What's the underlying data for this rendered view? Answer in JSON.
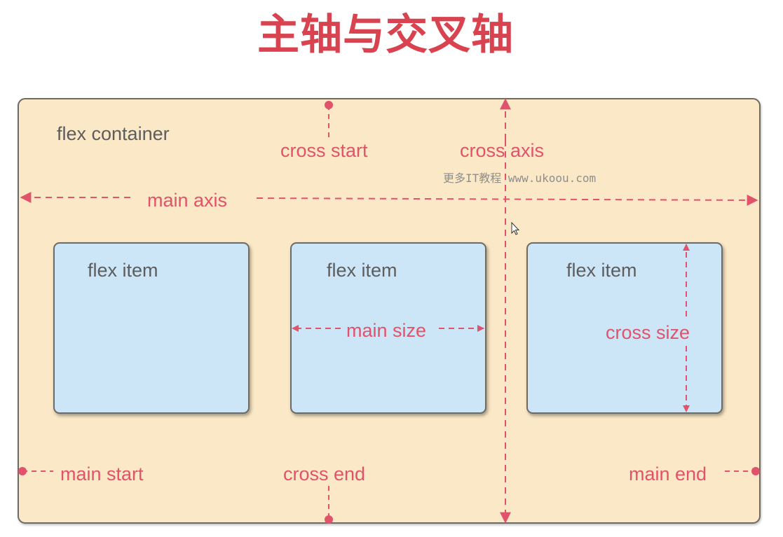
{
  "title": "主轴与交叉轴",
  "watermark": "更多IT教程 www.ukoou.com",
  "diagram": {
    "container_label": "flex container",
    "item_label": "flex item",
    "labels": {
      "main_axis": "main axis",
      "cross_axis": "cross axis",
      "cross_start": "cross start",
      "cross_end": "cross end",
      "main_start": "main start",
      "main_end": "main end",
      "main_size": "main size",
      "cross_size": "cross size"
    },
    "colors": {
      "title": "#d9434f",
      "annotation": "#e0536a",
      "container_fill": "#fbe8c6",
      "item_fill": "#cde6f7",
      "border": "#6e6a64",
      "text": "#5d5d5d"
    }
  }
}
